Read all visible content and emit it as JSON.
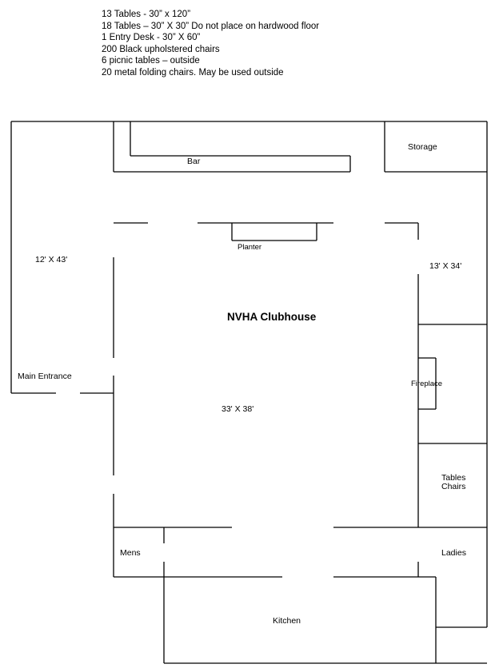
{
  "notes": [
    "13 Tables -  30” x 120”",
    "18 Tables – 30” X 30” Do not place on hardwood floor",
    "1 Entry Desk  - 30” X 60”",
    "200 Black upholstered chairs",
    "6 picnic tables – outside",
    "20 metal folding chairs. May be used outside"
  ],
  "plan": {
    "title": "NVHA Clubhouse",
    "rooms": {
      "bar": "Bar",
      "storage": "Storage",
      "planter": "Planter",
      "left_room_size": "12' X 43'",
      "right_room_size": "13' X 34'",
      "main_room_size": "33' X 38'",
      "main_entrance": "Main Entrance",
      "fireplace": "Fireplace",
      "tables": "Tables",
      "chairs": "Chairs",
      "mens": "Mens",
      "ladies": "Ladies",
      "kitchen": "Kitchen"
    }
  }
}
